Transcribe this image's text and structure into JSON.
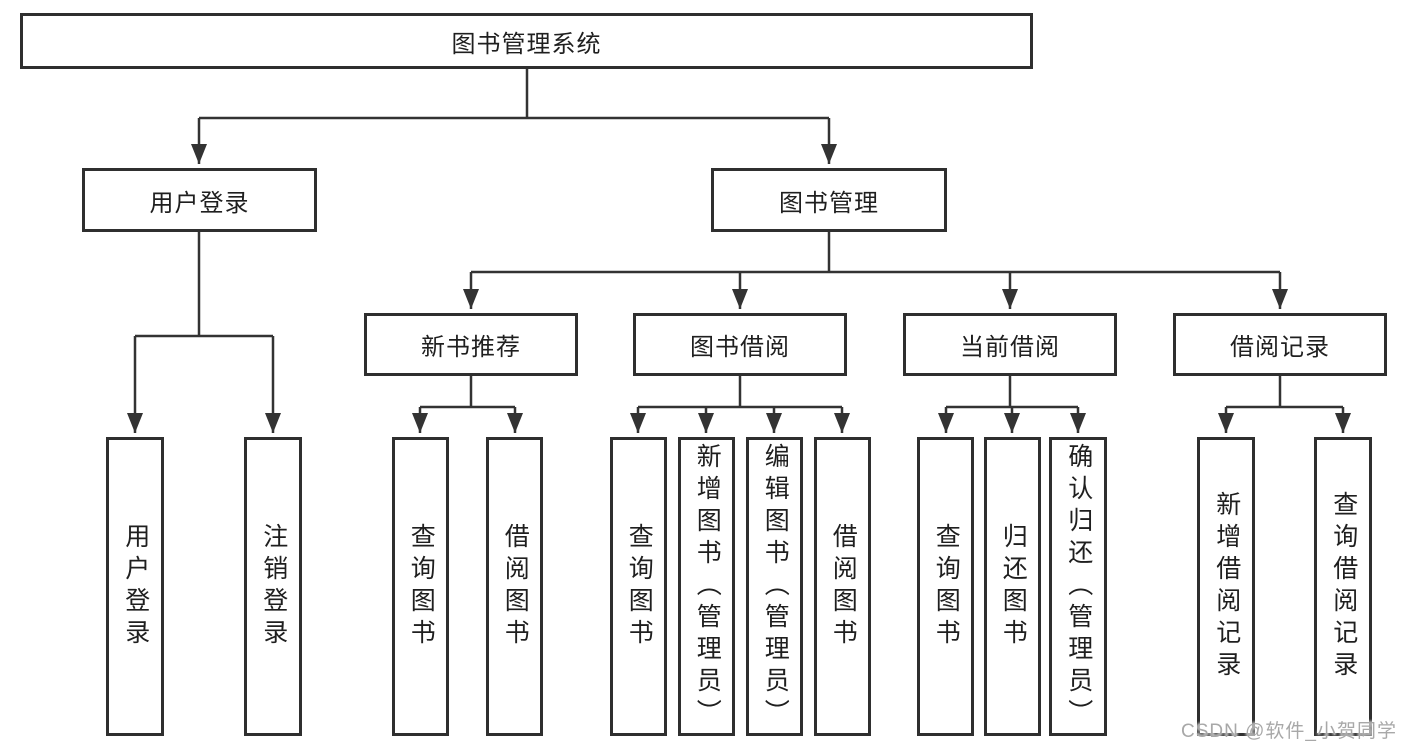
{
  "diagram": {
    "root": {
      "label": "图书管理系统"
    },
    "branches": [
      {
        "label": "用户登录",
        "children": [
          {
            "label": "用户登录"
          },
          {
            "label": "注销登录"
          }
        ]
      },
      {
        "label": "图书管理",
        "children": [
          {
            "label": "新书推荐",
            "children": [
              {
                "label": "查询图书"
              },
              {
                "label": "借阅图书"
              }
            ]
          },
          {
            "label": "图书借阅",
            "children": [
              {
                "label": "查询图书"
              },
              {
                "label": "新增图书（管理员）"
              },
              {
                "label": "编辑图书（管理员）"
              },
              {
                "label": "借阅图书"
              }
            ]
          },
          {
            "label": "当前借阅",
            "children": [
              {
                "label": "查询图书"
              },
              {
                "label": "归还图书"
              },
              {
                "label": "确认归还（管理员）"
              }
            ]
          },
          {
            "label": "借阅记录",
            "children": [
              {
                "label": "新增借阅记录"
              },
              {
                "label": "查询借阅记录"
              }
            ]
          }
        ]
      }
    ]
  },
  "watermark": "CSDN @软件_小贺同学",
  "colors": {
    "line": "#333333",
    "node_border": "#2f2f2f",
    "node_background": "#ffffff",
    "text": "#1f1f1f",
    "watermark": "#a8a8a8"
  }
}
